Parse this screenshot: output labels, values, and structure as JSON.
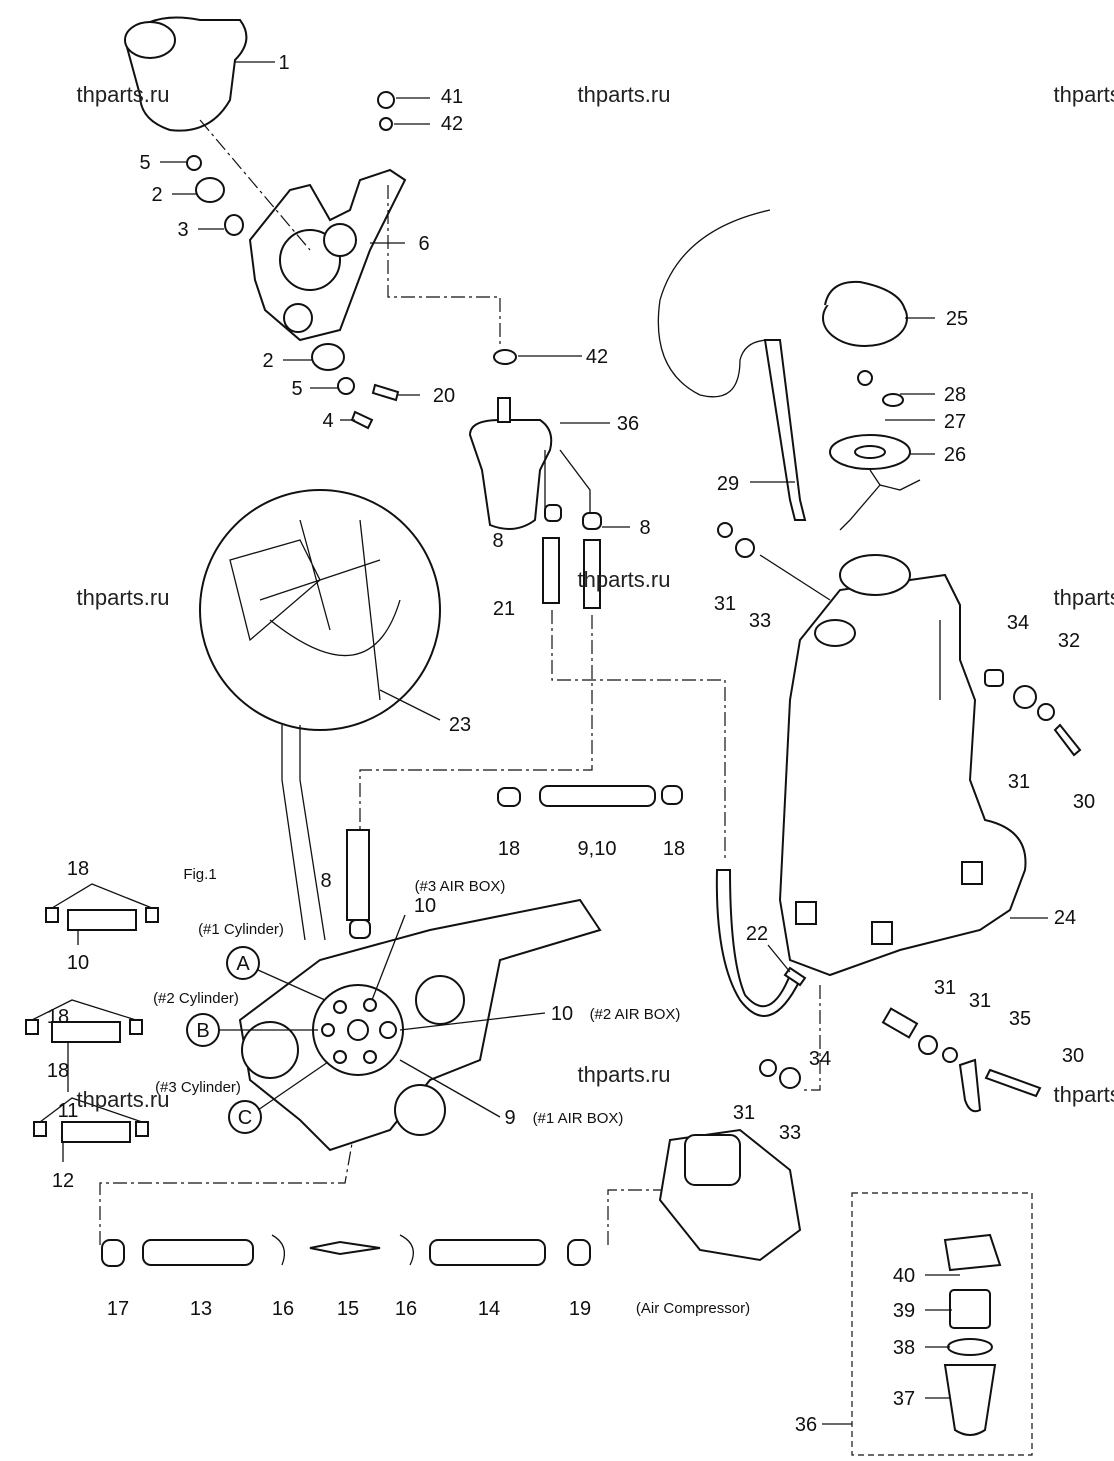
{
  "figure_label": "Fig.1",
  "watermark": "thparts.ru",
  "callouts": [
    "1",
    "41",
    "42",
    "5",
    "2",
    "3",
    "6",
    "2",
    "5",
    "20",
    "4",
    "42",
    "36",
    "25",
    "28",
    "27",
    "26",
    "29",
    "8",
    "8",
    "31",
    "33",
    "21",
    "23",
    "34",
    "32",
    "31",
    "30",
    "18",
    "9,10",
    "18",
    "8",
    "10",
    "18",
    "10",
    "A",
    "22",
    "24",
    "10",
    "B",
    "18",
    "11",
    "31",
    "31",
    "35",
    "34",
    "30",
    "18",
    "C",
    "9",
    "31",
    "33",
    "12",
    "17",
    "13",
    "16",
    "15",
    "16",
    "14",
    "19",
    "40",
    "39",
    "38",
    "37",
    "36"
  ],
  "annotations": [
    "(#3 AIR BOX)",
    "(#1 Cylinder)",
    "(#2 Cylinder)",
    "(#2 AIR BOX)",
    "(#3 Cylinder)",
    "(#1 AIR BOX)",
    "(Air Compressor)"
  ]
}
